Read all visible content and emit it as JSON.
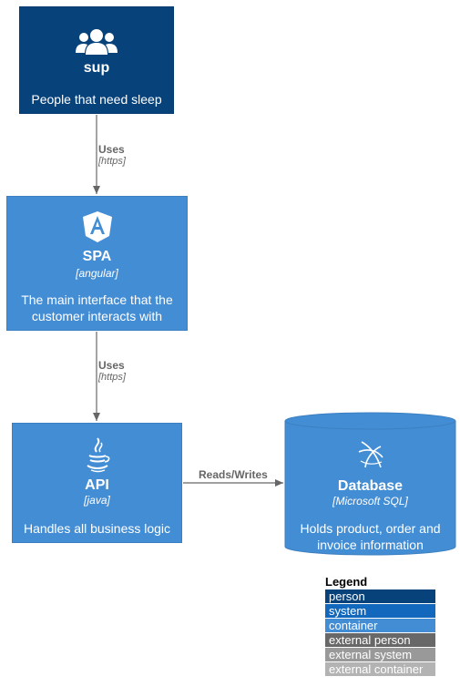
{
  "colors": {
    "person": "#08427b",
    "system": "#1168bd",
    "container": "#438dd5",
    "external_person": "#686868",
    "external_system": "#999999",
    "external_container": "#b3b3b3",
    "edge": "#666666"
  },
  "nodes": {
    "sup": {
      "title": "sup",
      "description": "People that need sleep",
      "icon": "people-icon"
    },
    "spa": {
      "title": "SPA",
      "technology": "[angular]",
      "description": "The main interface that the customer interacts with",
      "icon": "angular-icon"
    },
    "api": {
      "title": "API",
      "technology": "[java]",
      "description": "Handles all business logic",
      "icon": "java-icon"
    },
    "database": {
      "title": "Database",
      "technology": "[Microsoft SQL]",
      "description": "Holds product, order and invoice information",
      "icon": "sql-server-icon"
    }
  },
  "edges": [
    {
      "from": "sup",
      "to": "spa",
      "label": "Uses",
      "technology": "[https]"
    },
    {
      "from": "spa",
      "to": "api",
      "label": "Uses",
      "technology": "[https]"
    },
    {
      "from": "api",
      "to": "database",
      "label": "Reads/Writes"
    }
  ],
  "legend": {
    "title": "Legend",
    "items": [
      {
        "label": "person",
        "color": "#08427b"
      },
      {
        "label": "system",
        "color": "#1168bd"
      },
      {
        "label": "container",
        "color": "#438dd5"
      },
      {
        "label": "external person",
        "color": "#686868"
      },
      {
        "label": "external system",
        "color": "#999999"
      },
      {
        "label": "external container",
        "color": "#b3b3b3"
      }
    ]
  }
}
